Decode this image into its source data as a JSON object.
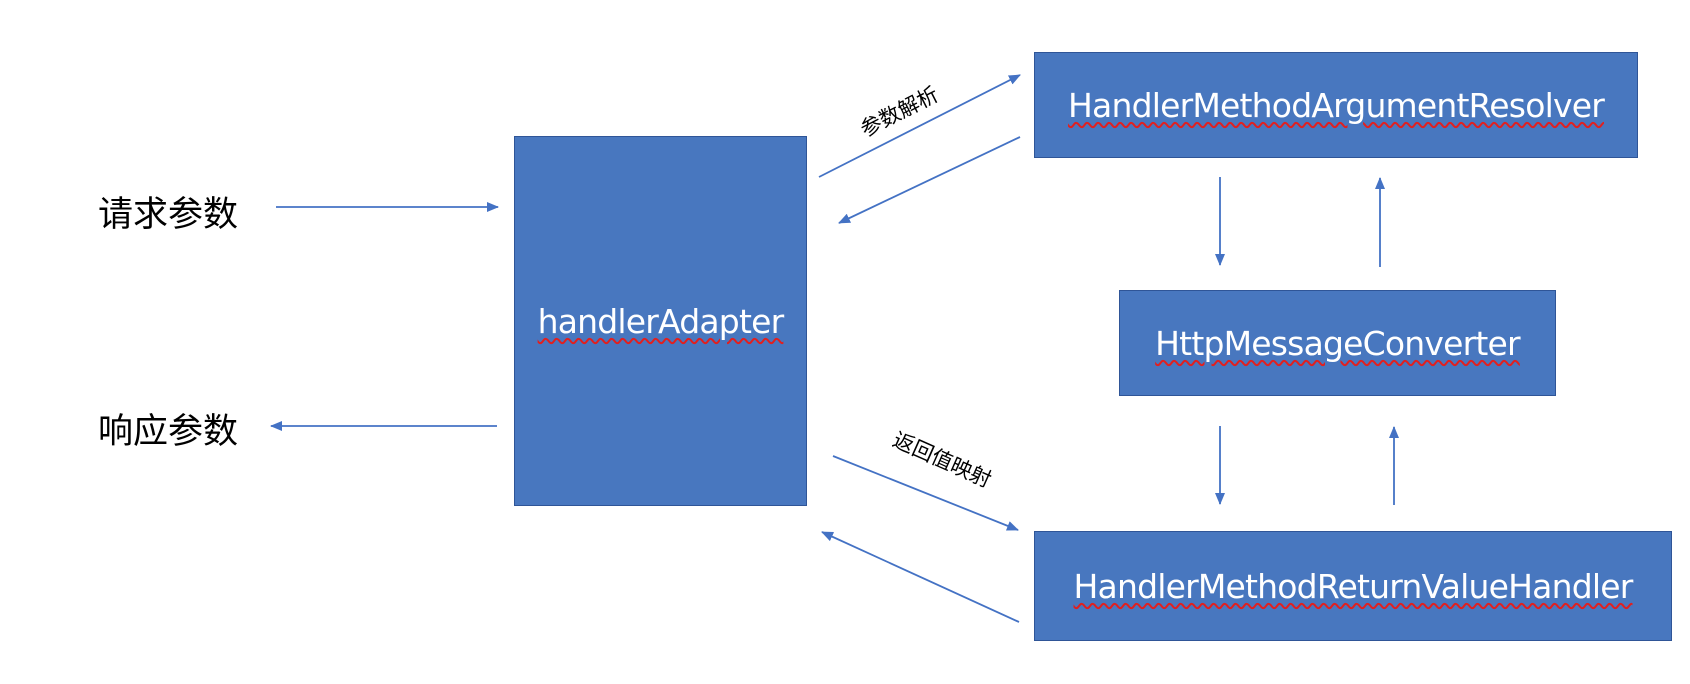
{
  "nodes": {
    "handler_adapter": "handlerAdapter",
    "argument_resolver": "HandlerMethodArgumentResolver",
    "message_converter": "HttpMessageConverter",
    "return_value_handler": "HandlerMethodReturnValueHandler"
  },
  "side_labels": {
    "request_params": "请求参数",
    "response_params": "响应参数"
  },
  "edge_labels": {
    "param_parsing": "参数解析",
    "return_value_mapping": "返回值映射"
  },
  "colors": {
    "box_fill": "#4877bf",
    "box_border": "#2f5597",
    "box_text": "#ffffff",
    "arrow": "#4472c4",
    "spellcheck_underline": "#e02020"
  }
}
